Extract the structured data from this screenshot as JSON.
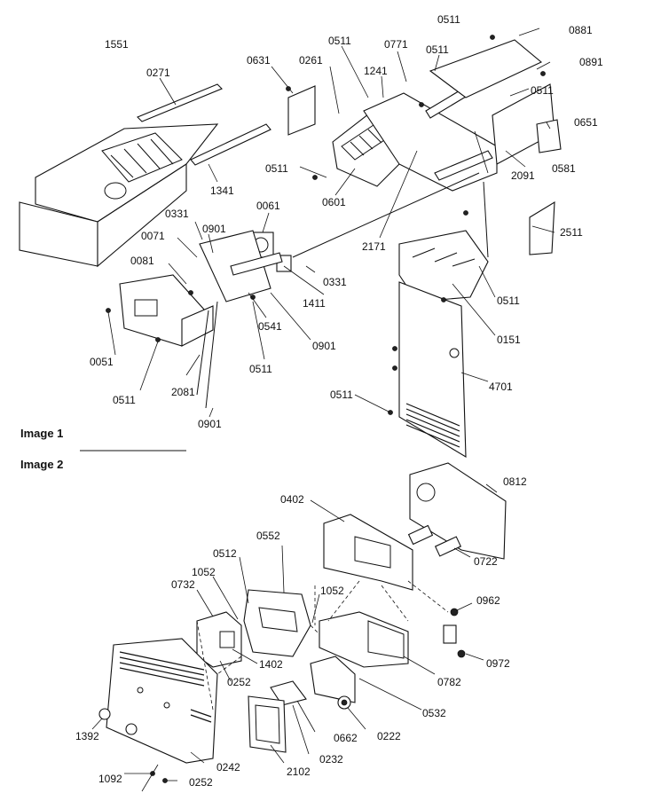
{
  "captions": {
    "image1": "Image 1",
    "image2": "Image 2"
  },
  "labels": {
    "l1551": "1551",
    "l0271": "0271",
    "l0631": "0631",
    "l0261": "0261",
    "l0511a": "0511",
    "l1241": "1241",
    "l0771": "0771",
    "l0511b": "0511",
    "l0511c": "0511",
    "l0881": "0881",
    "l0891": "0891",
    "l0511d": "0511",
    "l0651": "0651",
    "l0581": "0581",
    "l2091": "2091",
    "l1341": "1341",
    "l0511e": "0511",
    "l0601": "0601",
    "l2171": "2171",
    "l2511": "2511",
    "l0061": "0061",
    "l0331a": "0331",
    "l0901a": "0901",
    "l0071": "0071",
    "l0081": "0081",
    "l0331b": "0331",
    "l1411": "1411",
    "l0511f": "0511",
    "l0151": "0151",
    "l0541": "0541",
    "l0901b": "0901",
    "l0051": "0051",
    "l0511g": "0511",
    "l2081": "2081",
    "l0511h": "0511",
    "l4701": "4701",
    "l0511i": "0511",
    "l0901c": "0901",
    "l0812": "0812",
    "l0402": "0402",
    "l0552": "0552",
    "l0722": "0722",
    "l0512": "0512",
    "l1052a": "1052",
    "l1052b": "1052",
    "l0732": "0732",
    "l0962": "0962",
    "l0972": "0972",
    "l1402": "1402",
    "l0252a": "0252",
    "l0782": "0782",
    "l0532": "0532",
    "l0222": "0222",
    "l0662": "0662",
    "l1392": "1392",
    "l0232": "0232",
    "l2102": "2102",
    "l0242": "0242",
    "l1092": "1092",
    "l0252b": "0252"
  }
}
